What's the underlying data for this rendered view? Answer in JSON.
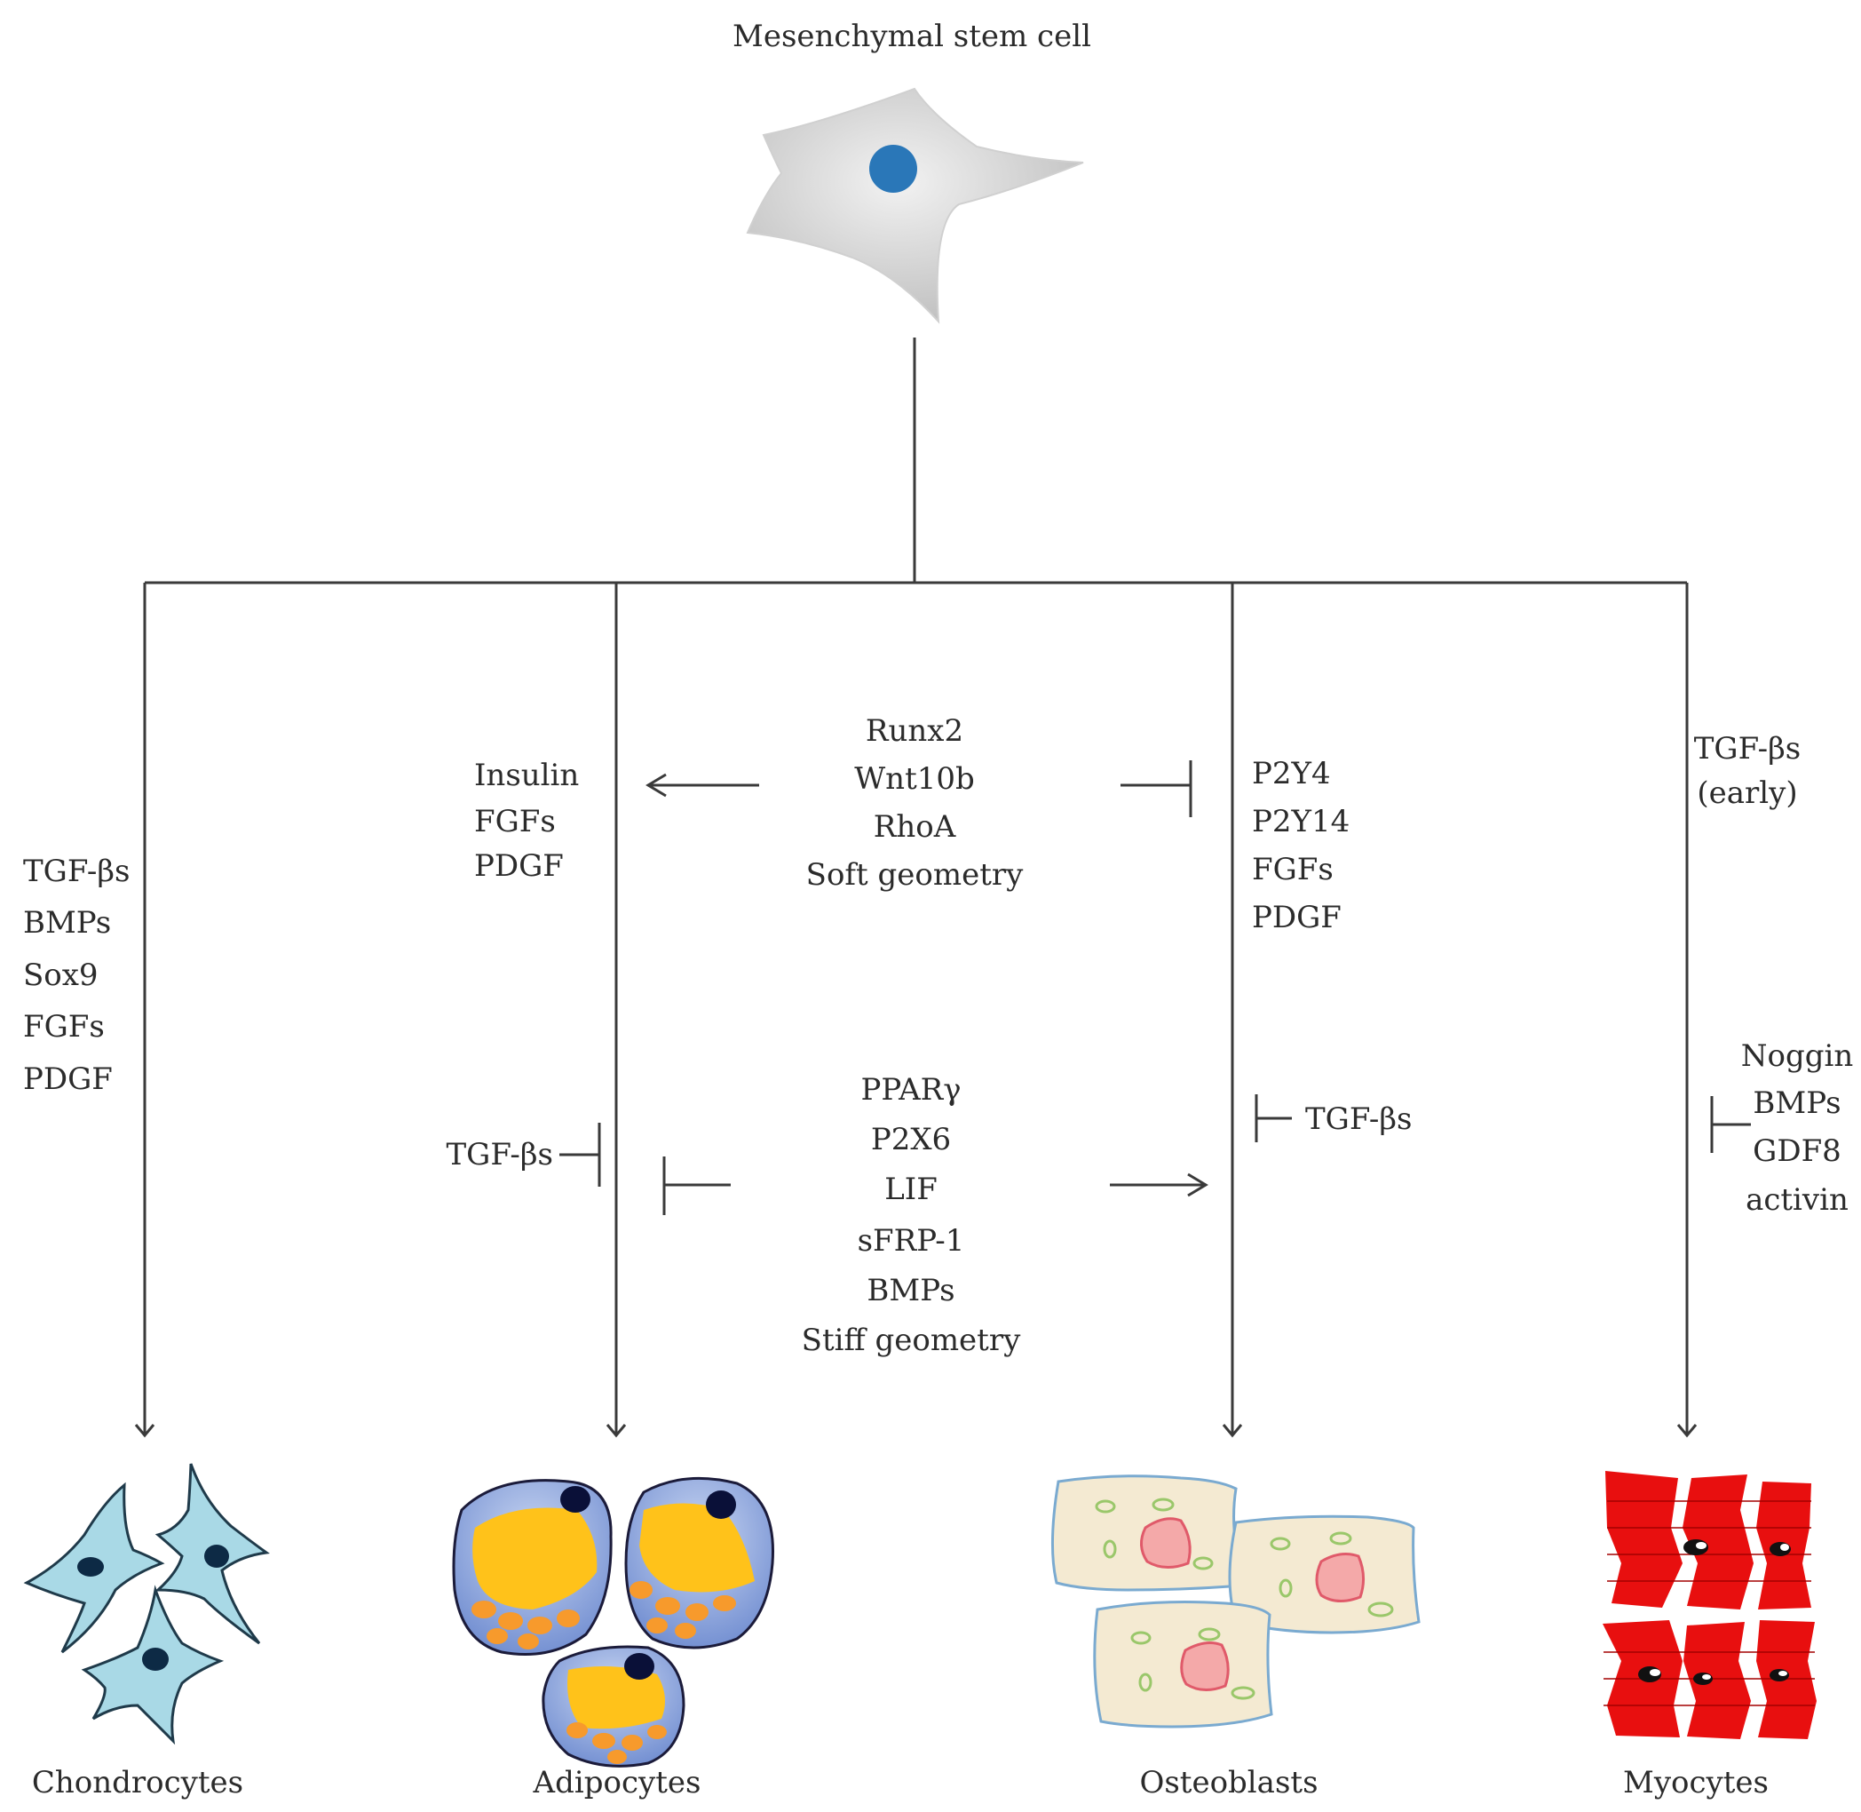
{
  "title": "Mesenchymal stem cell",
  "colors": {
    "line": "#3a3a3a",
    "nucleus_blue": "#2a77b8",
    "chondrocyte_fill": "#a9d9e6",
    "adipocyte_lipid": "#ffc21a",
    "adipocyte_droplet": "#f79a2c",
    "osteoblast_fill": "#f4ead2",
    "osteoblast_inner": "#f4a9a9",
    "myocyte_red": "#e80f0f"
  },
  "lineages": {
    "chondrocytes": "Chondrocytes",
    "adipocytes": "Adipocytes",
    "osteoblasts": "Osteoblasts",
    "myocytes": "Myocytes"
  },
  "factors": {
    "chondro_promote": [
      "TGF-βs",
      "BMPs",
      "Sox9",
      "FGFs",
      "PDGF"
    ],
    "adipo_promote": [
      "Insulin",
      "FGFs",
      "PDGF"
    ],
    "adipo_inhibit": "TGF-βs",
    "center_upper": [
      "Runx2",
      "Wnt10b",
      "RhoA",
      "Soft geometry"
    ],
    "center_lower": [
      "PPARγ",
      "P2X6",
      "LIF",
      "sFRP-1",
      "BMPs",
      "Stiff geometry"
    ],
    "osteo_promote": [
      "P2Y4",
      "P2Y14",
      "FGFs",
      "PDGF"
    ],
    "osteo_inhibit": "TGF-βs",
    "myo_promote": [
      "TGF-βs",
      "(early)"
    ],
    "myo_inhibit": [
      "Noggin",
      "BMPs",
      "GDF8",
      "activin"
    ]
  }
}
